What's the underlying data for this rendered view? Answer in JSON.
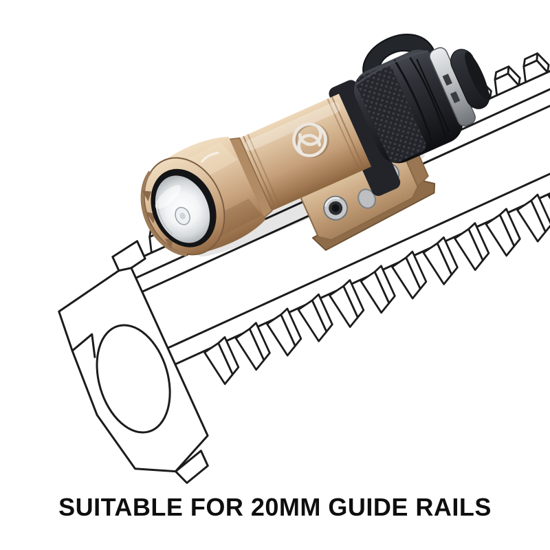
{
  "page": {
    "background": "#ffffff"
  },
  "caption": {
    "text": "SUITABLE FOR 20MM GUIDE RAILS",
    "color": "#0e0e0e"
  },
  "illustration": {
    "subject": "tan scout weapon light clamped on line-art picatinny rail",
    "emblem": "crossed-crescents-ring-logo",
    "colors": {
      "flashlight_tan_highlight": "#efdcbf",
      "flashlight_tan": "#c8a37e",
      "flashlight_tan_shadow": "#8e6743",
      "tailcap_black": "#24262b",
      "silver_ring": "#c2c6c9",
      "reflector_white": "#f4f6f7",
      "mount_tan": "#c39f79",
      "screw_steel": "#c6c8ca",
      "line_art": "#1c1c1c"
    }
  }
}
